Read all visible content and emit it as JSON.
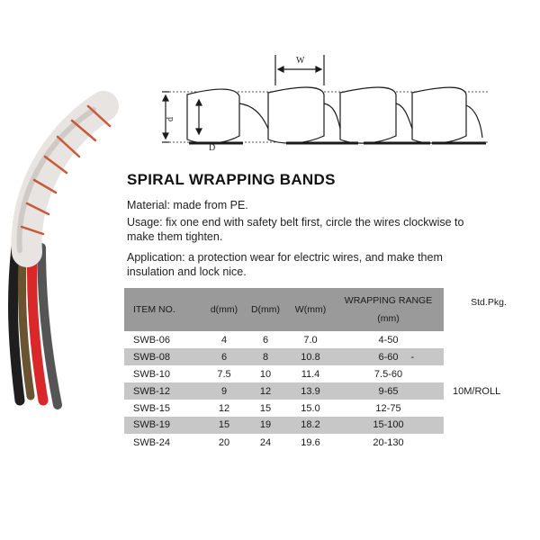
{
  "title": "SPIRAL WRAPPING BANDS",
  "description": {
    "material": "Material: made from PE.",
    "usage_line1": "Usage: fix one end with safety belt first, circle the wires clockwise to",
    "usage_line2": "make them tighten.",
    "application_line1": "Application: a protection wear for electric wires, and make them",
    "application_line2": "insulation and lock nice."
  },
  "diagram": {
    "labels": {
      "width": "W",
      "outer_diameter": "D",
      "inner_diameter": "d"
    }
  },
  "table": {
    "headers": {
      "item_no": "ITEM NO.",
      "d": "d(mm)",
      "D": "D(mm)",
      "w": "W(mm)",
      "range_line1": "WRAPPING RANGE",
      "range_line2": "(mm)",
      "pkg": "Std.Pkg."
    },
    "rows": [
      {
        "item": "SWB-06",
        "d": "4",
        "D": "6",
        "w": "7.0",
        "range": "4-50"
      },
      {
        "item": "SWB-08",
        "d": "6",
        "D": "8",
        "w": "10.8",
        "range": "6-60"
      },
      {
        "item": "SWB-10",
        "d": "7.5",
        "D": "10",
        "w": "11.4",
        "range": "7.5-60"
      },
      {
        "item": "SWB-12",
        "d": "9",
        "D": "12",
        "w": "13.9",
        "range": "9-65"
      },
      {
        "item": "SWB-15",
        "d": "12",
        "D": "15",
        "w": "15.0",
        "range": "12-75"
      },
      {
        "item": "SWB-19",
        "d": "15",
        "D": "19",
        "w": "18.2",
        "range": "15-100"
      },
      {
        "item": "SWB-24",
        "d": "20",
        "D": "24",
        "w": "19.6",
        "range": "20-130"
      }
    ],
    "stray_mark": "-",
    "pkg_value": "10M/ROLL"
  }
}
